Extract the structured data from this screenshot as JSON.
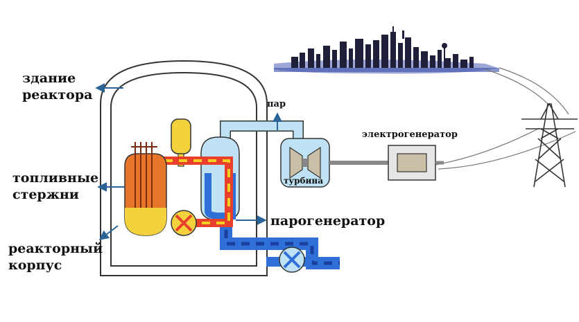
{
  "labels": {
    "building": [
      "здание",
      "реактора"
    ],
    "fuel_rods": [
      "топливные",
      "стержни"
    ],
    "vessel": [
      "реакторный",
      "корпус"
    ],
    "steam": "пар",
    "steam_generator": "парогенератор",
    "generator": "электрогенератор",
    "turbine": "турбина"
  },
  "colors": {
    "hot_loop": "#e8402a",
    "hot_loop_dash": "#f4d020",
    "cold_loop": "#2f6fd8",
    "cold_loop_dash": "#1b3f9e",
    "steam_pipe": "#bfe3f5",
    "arrow": "#2a6496",
    "outline": "#333333",
    "sky": "#2c3a8c"
  }
}
